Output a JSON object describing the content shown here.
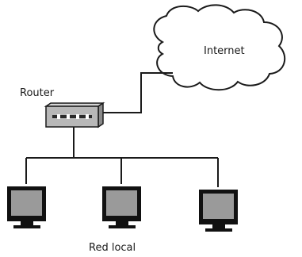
{
  "labels": {
    "internet": "Internet",
    "router": "Router",
    "lan": "Red local"
  },
  "nodes": {
    "internet": {
      "icon": "cloud-icon"
    },
    "router": {
      "icon": "router-icon"
    },
    "computers": [
      {
        "icon": "monitor-icon"
      },
      {
        "icon": "monitor-icon"
      },
      {
        "icon": "monitor-icon"
      }
    ]
  },
  "colors": {
    "line": "#1a1a1a",
    "router_body": "#b8b8b8",
    "screen": "#9a9a9a",
    "monitor_frame": "#111111"
  }
}
